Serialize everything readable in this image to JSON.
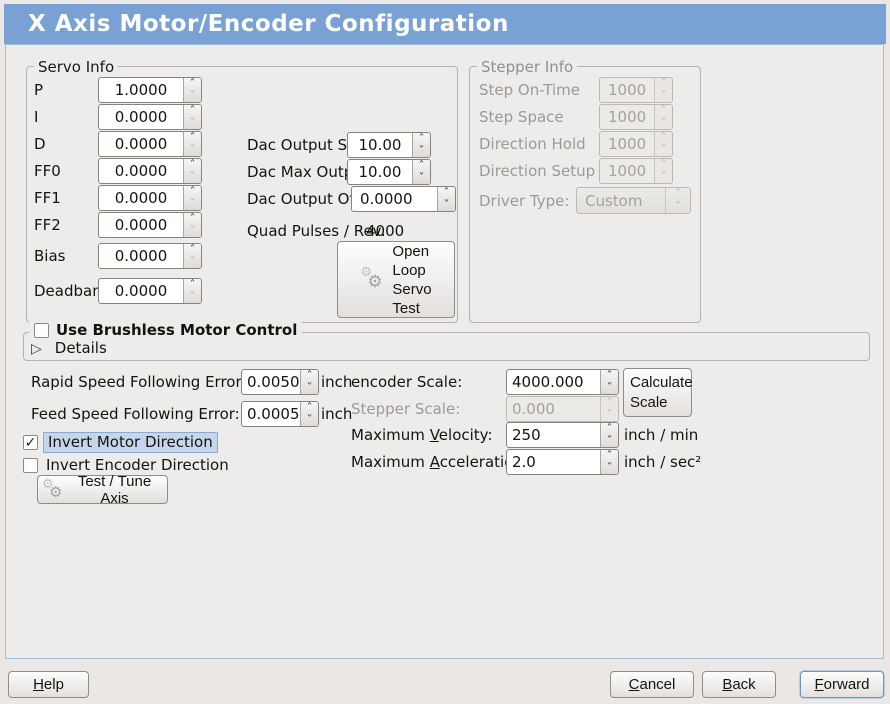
{
  "header": {
    "title": "X Axis Motor/Encoder Configuration"
  },
  "servo_info": {
    "legend": "Servo Info",
    "rows": [
      {
        "label": "P",
        "value": "1.0000"
      },
      {
        "label": "I",
        "value": "0.0000"
      },
      {
        "label": "D",
        "value": "0.0000"
      },
      {
        "label": "FF0",
        "value": "0.0000"
      },
      {
        "label": "FF1",
        "value": "0.0000"
      },
      {
        "label": "FF2",
        "value": "0.0000"
      },
      {
        "label": "Bias",
        "value": "0.0000"
      },
      {
        "label": "Deadband",
        "value": "0.0000"
      }
    ]
  },
  "dac": {
    "scale_label": "Dac Output Scale:",
    "scale_value": "10.00",
    "max_label": "Dac Max Output:",
    "max_value": "10.00",
    "offset_label": "Dac Output Offset:",
    "offset_value": "0.0000",
    "quad_label": "Quad Pulses / Rev:",
    "quad_value": "4000"
  },
  "open_loop_button": {
    "label": "Open\nLoop\nServo\nTest"
  },
  "stepper_info": {
    "legend": "Stepper Info",
    "rows": [
      {
        "label": "Step On-Time",
        "value": "1000"
      },
      {
        "label": "Step Space",
        "value": "1000"
      },
      {
        "label": "Direction Hold",
        "value": "1000"
      },
      {
        "label": "Direction Setup",
        "value": "1000"
      }
    ],
    "driver_type_label": "Driver Type:",
    "driver_type_value": "Custom"
  },
  "brushless": {
    "label": "Use Brushless Motor Control",
    "check": "",
    "details_label": "Details"
  },
  "following_error": {
    "rapid_label": "Rapid Speed Following Error:",
    "rapid_value": "0.0050",
    "rapid_unit": "inch",
    "feed_label": "Feed Speed Following Error:",
    "feed_value": "0.0005",
    "feed_unit": "inch"
  },
  "scales": {
    "encoder_label": "encoder Scale:",
    "encoder_value": "4000.000",
    "calculate_button": "Calculate\nScale",
    "stepper_label": "Stepper Scale:",
    "stepper_value": "0.000",
    "velocity_label_pre": "Maximum ",
    "velocity_label_mn": "V",
    "velocity_label_post": "elocity:",
    "velocity_value": "250",
    "velocity_unit": "inch / min",
    "accel_label_pre": "Maximum ",
    "accel_label_mn": "A",
    "accel_label_post": "cceleration:",
    "accel_value": "2.0",
    "accel_unit": "inch / sec²"
  },
  "direction": {
    "invert_motor_label": "Invert Motor Direction",
    "invert_motor_check": "✓",
    "invert_encoder_label": "Invert Encoder Direction",
    "invert_encoder_check": "",
    "test_tune_button": "Test / Tune Axis"
  },
  "footer": {
    "help_mn": "H",
    "help_post": "elp",
    "cancel_mn": "C",
    "cancel_post": "ancel",
    "back_mn": "B",
    "back_post": "ack",
    "forward_mn": "F",
    "forward_post": "orward"
  },
  "icons": {
    "spin_up": "ˆ",
    "spin_down": "ˇ",
    "combo_up": "ˆ",
    "combo_down": "ˇ",
    "expander_collapsed": "▷",
    "gear": "⚙"
  },
  "colors": {
    "titlebar": "#7aa1d3",
    "panel_border": "#a3bcdc",
    "focus_highlight": "#c6d5eb"
  }
}
